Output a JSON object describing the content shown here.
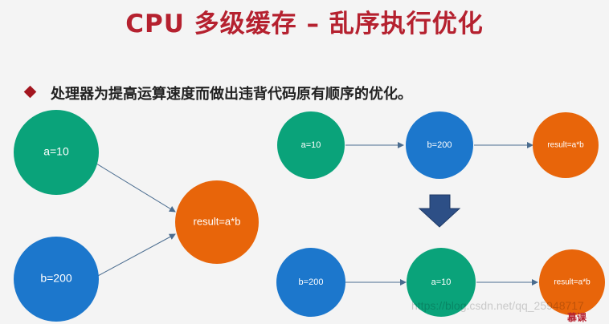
{
  "slide": {
    "title": "CPU 多级缓存 – 乱序执行优化",
    "bullet": "处理器为提高运算速度而做出违背代码原有顺序的优化。"
  },
  "nodes": {
    "left_a": "a=10",
    "left_b": "b=200",
    "left_result": "result=a*b",
    "top_a": "a=10",
    "top_b": "b=200",
    "top_result": "result=a*b",
    "bottom_b": "b=200",
    "bottom_a": "a=10",
    "bottom_result": "result=a*b"
  },
  "watermark": "https://blog.csdn.net/qq_25948717",
  "brand": "慕课",
  "colors": {
    "title": "#b5212f",
    "green_node": "#0aa37a",
    "blue_node": "#1c77cc",
    "orange_node": "#e8650a",
    "arrow": "#4a6c8f",
    "down_arrow": "#2d4f86"
  }
}
